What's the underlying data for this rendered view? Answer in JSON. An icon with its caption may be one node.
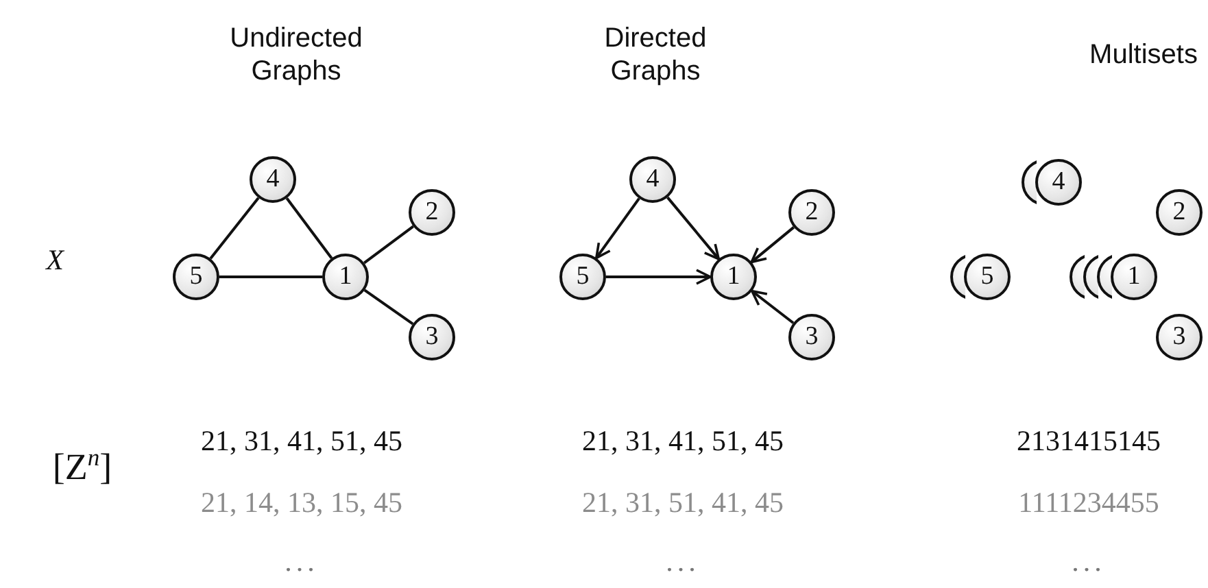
{
  "diagram": {
    "nodes": [
      {
        "text": [
          "4"
        ]
      },
      {
        "text": [
          "2"
        ]
      },
      {
        "text": [
          "5"
        ]
      },
      {
        "text": [
          "1"
        ]
      },
      {
        "text": [
          "3"
        ]
      },
      {
        "text": [
          "4"
        ]
      },
      {
        "text": [
          "2"
        ]
      },
      {
        "text": [
          "5"
        ]
      },
      {
        "text": [
          "1"
        ]
      },
      {
        "text": [
          "3"
        ]
      },
      {
        "text": [],
        "shape": "circle"
      },
      {
        "text": [
          "4"
        ]
      },
      {
        "text": [
          "2"
        ]
      },
      {
        "text": [],
        "shape": "circle"
      },
      {
        "text": [
          "5"
        ]
      },
      {
        "text": [],
        "shape": "circle"
      },
      {
        "text": [],
        "shape": "circle"
      },
      {
        "text": [],
        "shape": "circle"
      },
      {
        "text": [
          "1"
        ]
      },
      {
        "text": [
          "3"
        ]
      }
    ],
    "edges": [
      {
        "from": 0,
        "to": 2,
        "arrow": "none"
      },
      {
        "from": 0,
        "to": 3,
        "arrow": "none"
      },
      {
        "from": 2,
        "to": 3,
        "arrow": "none"
      },
      {
        "from": 3,
        "to": 1,
        "arrow": "none"
      },
      {
        "from": 3,
        "to": 4,
        "arrow": "none"
      },
      {
        "from": 5,
        "to": 7,
        "arrow": "to"
      },
      {
        "from": 5,
        "to": 8,
        "arrow": "to"
      },
      {
        "from": 7,
        "to": 8,
        "arrow": "to"
      },
      {
        "from": 6,
        "to": 8,
        "arrow": "to"
      },
      {
        "from": 9,
        "to": 8,
        "arrow": "to"
      }
    ],
    "labels": [
      "Undirected Graphs",
      "Directed Graphs",
      "Multisets",
      "X",
      "21, 31, 41, 51, 45",
      "21, 31, 41, 51, 45",
      "2131415145",
      "[Z$^{n}$]",
      "21, 14, 13, 15, 45",
      "21, 31, 51, 41, 45",
      "1111234455",
      "...",
      "...",
      "..."
    ]
  }
}
